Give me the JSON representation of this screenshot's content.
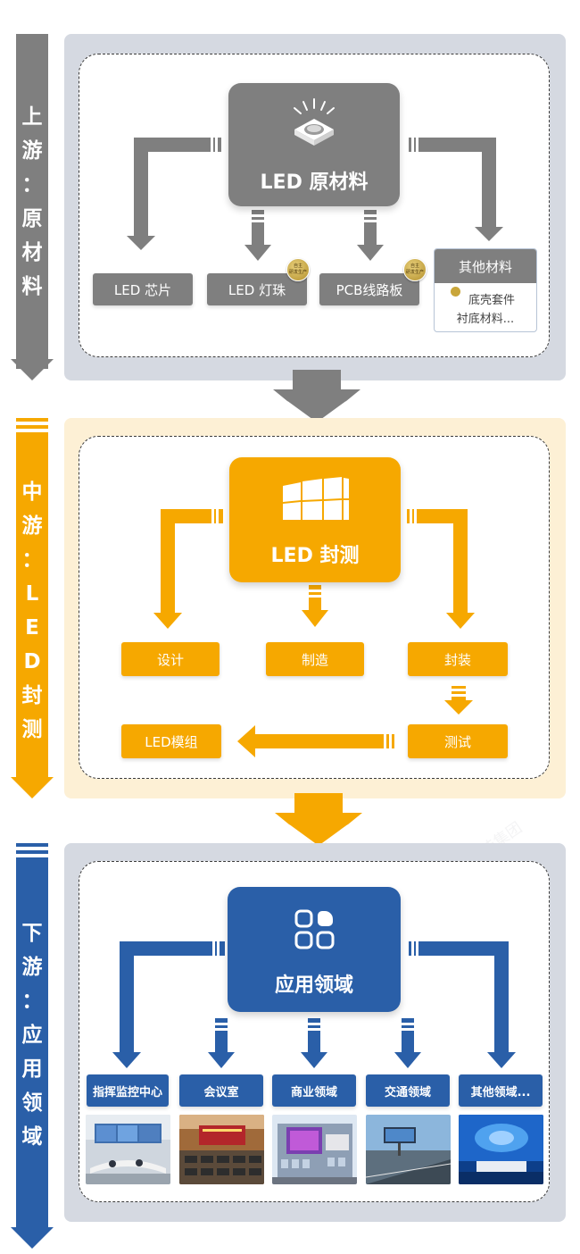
{
  "colors": {
    "gray": "#7f7f7f",
    "gray_panel": "#d5d9e1",
    "orange": "#f6a800",
    "orange_panel": "#fdf0d5",
    "blue": "#2a5fa8",
    "blue_panel": "#d5d9e1"
  },
  "upstream": {
    "side_label": [
      "上",
      "游",
      "：",
      "原",
      "材",
      "料"
    ],
    "center_title": "LED 原材料",
    "center_icon": "led-chip-icon",
    "items": [
      "LED 芯片",
      "LED 灯珠",
      "PCB线路板"
    ],
    "badge_text": [
      "自主",
      "研发生产"
    ],
    "other": {
      "title": "其他材料",
      "lines": [
        "底壳套件",
        "衬底材料..."
      ]
    }
  },
  "midstream": {
    "side_label": [
      "中",
      "游",
      "：",
      "L",
      "E",
      "D",
      "封",
      "测"
    ],
    "center_title": "LED 封测",
    "center_icon": "led-screen-icon",
    "items": {
      "design": "设计",
      "manufacture": "制造",
      "package": "封装",
      "test": "测试",
      "module": "LED模组"
    }
  },
  "downstream": {
    "side_label": [
      "下",
      "游",
      "：",
      "应",
      "用",
      "领",
      "域"
    ],
    "center_title": "应用领域",
    "center_icon": "app-grid-icon",
    "items": [
      "指挥监控中心",
      "会议室",
      "商业领域",
      "交通领域",
      "其他领域..."
    ]
  },
  "watermark": "海佳集团"
}
